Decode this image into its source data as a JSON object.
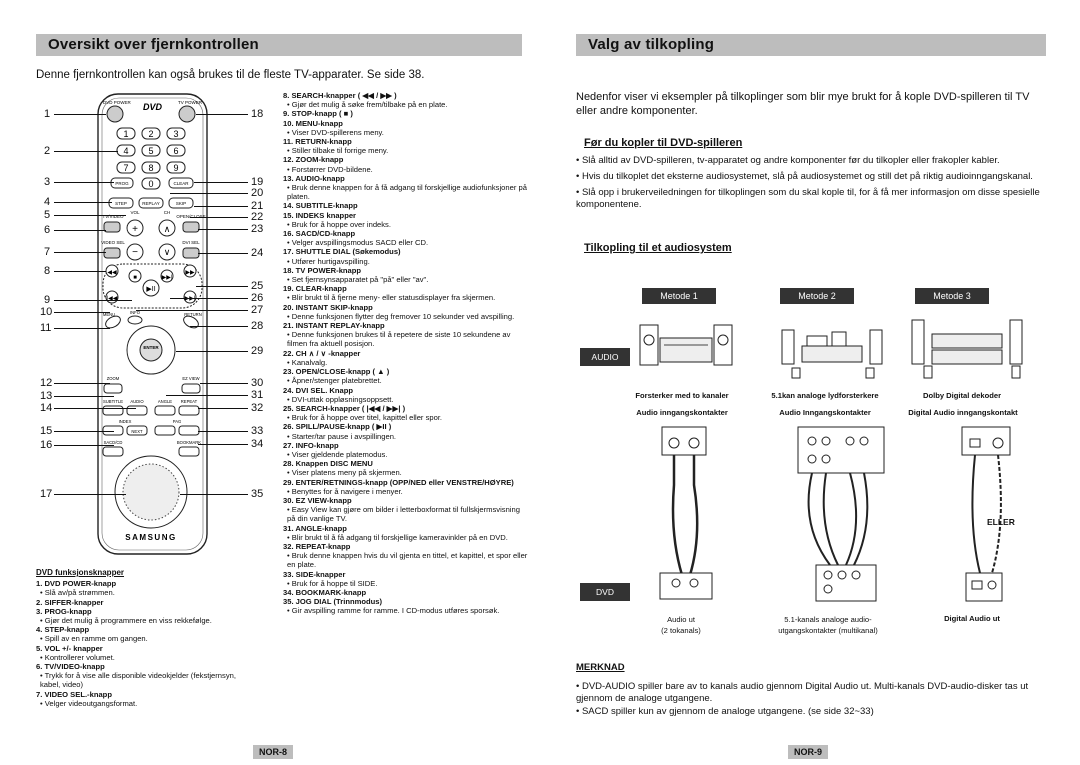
{
  "left": {
    "title": "Oversikt over fjernkontrollen",
    "intro": "Denne fjernkontrollen kan også brukes til de fleste TV-apparater. Se side 38.",
    "footer": "NOR-8",
    "remote": {
      "brand": "SAMSUNG",
      "dvd_power": "DVD POWER",
      "tv_power": "TV POWER",
      "logo": "DVD",
      "prog": "PROG",
      "clear": "CLEAR",
      "step": "STEP",
      "replay": "REPLAY",
      "skip": "SKIP",
      "tv_video": "TV/VIDEO",
      "vol": "VOL",
      "ch": "CH",
      "open_close": "OPEN/CLOSE",
      "video_sel": "VIDEO SEL",
      "dvi_sel": "DVI SEL",
      "enter": "ENTER",
      "zoom": "ZOOM",
      "ez_view": "EZ VIEW",
      "subtitle": "SUBTITLE",
      "audio": "AUDIO",
      "angle": "ANGLE",
      "repeat": "REPEAT",
      "index": "INDEX",
      "tv": "TV",
      "pag": "PAG",
      "next": "NEXT",
      "info": "INFO",
      "sacd": "SACD/CD",
      "bookmark": "BOOKMARK",
      "menu": "MENU",
      "return": "RETURN",
      "keys": [
        "1",
        "2",
        "3",
        "4",
        "5",
        "6",
        "7",
        "8",
        "9",
        "0"
      ]
    },
    "labels_left": [
      "1",
      "2",
      "3",
      "4",
      "5",
      "6",
      "7",
      "8",
      "9",
      "10",
      "11",
      "12",
      "13",
      "14",
      "15",
      "16",
      "17"
    ],
    "labels_right": [
      "18",
      "19",
      "20",
      "21",
      "22",
      "23",
      "24",
      "25",
      "26",
      "27",
      "28",
      "29",
      "30",
      "31",
      "32",
      "33",
      "34",
      "35"
    ],
    "list_heading": "DVD funksjonsknapper",
    "list_left": [
      {
        "t": "1. DVD POWER-knapp",
        "d": "• Slå av/på strømmen."
      },
      {
        "t": "2. SIFFER-knapper",
        "d": ""
      },
      {
        "t": "3. PROG-knapp",
        "d": "• Gjør det mulig å programmere en viss rekkefølge."
      },
      {
        "t": "4. STEP-knapp",
        "d": "• Spill av en ramme om gangen."
      },
      {
        "t": "5. VOL +/- knapper",
        "d": "• Kontrollerer volumet."
      },
      {
        "t": "6. TV/VIDEO-knapp",
        "d": "• Trykk for å vise alle disponible videokjelder (fekstjernsyn, kabel, video)"
      },
      {
        "t": "7. VIDEO SEL.-knapp",
        "d": "• Velger videoutgangsformat."
      }
    ],
    "list_mid": [
      {
        "t": "8. SEARCH-knapper ( ◀◀ / ▶▶ )",
        "d": "• Gjør det mulig å søke frem/tilbake på en plate."
      },
      {
        "t": "9. STOP-knapp ( ■ )",
        "d": ""
      },
      {
        "t": "10. MENU-knapp",
        "d": "• Viser DVD-spillerens meny."
      },
      {
        "t": "11. RETURN-knapp",
        "d": "• Stiller tilbake til forrige meny."
      },
      {
        "t": "12. ZOOM-knapp",
        "d": "• Forstørrer DVD-bildene."
      },
      {
        "t": "13. AUDIO-knapp",
        "d": "• Bruk denne knappen for å få adgang til forskjellige audiofunksjoner på platen."
      },
      {
        "t": "14. SUBTITLE-knapp",
        "d": ""
      },
      {
        "t": "15. INDEKS knapper",
        "d": "• Bruk for å hoppe over indeks."
      },
      {
        "t": "16. SACD/CD-knapp",
        "d": "• Velger avspillingsmodus SACD eller CD."
      },
      {
        "t": "17. SHUTTLE DIAL (Søkemodus)",
        "d": "• Utfører hurtigavspilling."
      },
      {
        "t": "18. TV POWER-knapp",
        "d": "• Set fjernsynsapparatet på \"på\" eller \"av\"."
      },
      {
        "t": "19. CLEAR-knapp",
        "d": "• Blir brukt til å fjerne meny- eller statusdisplayer fra skjermen."
      },
      {
        "t": "20. INSTANT SKIP-knapp",
        "d": "• Denne funksjonen flytter deg fremover 10 sekunder ved avspilling."
      },
      {
        "t": "21. INSTANT REPLAY-knapp",
        "d": "• Denne funksjonen brukes til å repetere de siste 10 sekundene av filmen fra aktuell posisjon."
      },
      {
        "t": "22. CH ∧ / ∨ -knapper",
        "d": "• Kanalvalg."
      },
      {
        "t": "23. OPEN/CLOSE-knapp ( ▲ )",
        "d": "• Åpner/stenger platebrettet."
      },
      {
        "t": "24. DVI SEL. Knapp",
        "d": "• DVI-uttak oppløsningsoppsett."
      },
      {
        "t": "25. SEARCH-knapper ( |◀◀ / ▶▶| )",
        "d": "• Bruk for å hoppe over titel, kapittel eller spor."
      },
      {
        "t": "26. SPILL/PAUSE-knapp ( ▶II )",
        "d": "• Starter/tar pause i avspillingen."
      },
      {
        "t": "27. INFO-knapp",
        "d": "• Viser gjeldende platemodus."
      },
      {
        "t": "28. Knappen DISC MENU",
        "d": "• Viser platens meny på skjermen."
      },
      {
        "t": "29. ENTER/RETNINGS-knapp (OPP/NED eller VENSTRE/HØYRE)",
        "d": "• Benyttes for å navigere i menyer."
      },
      {
        "t": "30. EZ VIEW-knapp",
        "d": "• Easy View kan gjøre om bilder i letterboxformat til fullskjermsvisning på din vanlige TV."
      },
      {
        "t": "31. ANGLE-knapp",
        "d": "• Blir brukt til å få adgang til forskjellige kameravinkler på en DVD."
      },
      {
        "t": "32. REPEAT-knapp",
        "d": "• Bruk denne knappen hvis du vil gjenta en tittel, et kapittel, et spor eller en plate."
      },
      {
        "t": "33. SIDE-knapper",
        "d": "• Bruk for å hoppe til SIDE."
      },
      {
        "t": "34. BOOKMARK-knapp",
        "d": ""
      },
      {
        "t": "35. JOG DIAL (Trinnmodus)",
        "d": "• Gir avspilling ramme for ramme. I CD-modus utføres sporsøk."
      }
    ]
  },
  "right": {
    "title": "Valg av tilkopling",
    "intro": "Nedenfor viser vi eksempler på tilkoplinger som blir mye brukt  for å kople DVD-spilleren til TV eller andre komponenter.",
    "before_heading": "Før du kopler til DVD-spilleren",
    "before_bullets": [
      "• Slå alltid av DVD-spilleren, tv-apparatet og andre komponenter før du tilkopler eller frakopler kabler.",
      "• Hvis du tilkoplet det eksterne audiosystemet, slå på audiosystemet og still det på riktig audioinngangskanal.",
      "• Slå opp i brukerveiledningen for tilkoplingen som du skal kople til, for å få mer informasjon om disse spesielle komponentene."
    ],
    "audio_heading": "Tilkopling til et audiosystem",
    "methods": [
      "Metode 1",
      "Metode 2",
      "Metode 3"
    ],
    "audio_tag": "AUDIO",
    "dvd_tag": "DVD",
    "dev_captions": [
      "Forsterker med to kanaler",
      "5.1kan analoge lydforsterkere",
      "Dolby Digital dekoder"
    ],
    "in_captions": [
      "Audio inngangskontakter",
      "Audio Inngangskontakter",
      "Digital Audio inngangskontakt"
    ],
    "out_captions": [
      "Audio ut\n(2 tokanals)",
      "5.1-kanals analoge audio-\nutgangskontakter (multikanal)",
      "Digital Audio ut"
    ],
    "eller": "ELLER",
    "note_heading": "MERKNAD",
    "notes": [
      "• DVD-AUDIO spiller bare av to kanals audio gjennom Digital Audio ut. Multi-kanals DVD-audio-disker tas ut gjennom de analoge utgangene.",
      "• SACD spiller kun av gjennom de analoge utgangene. (se side 32~33)"
    ],
    "footer": "NOR-9"
  }
}
